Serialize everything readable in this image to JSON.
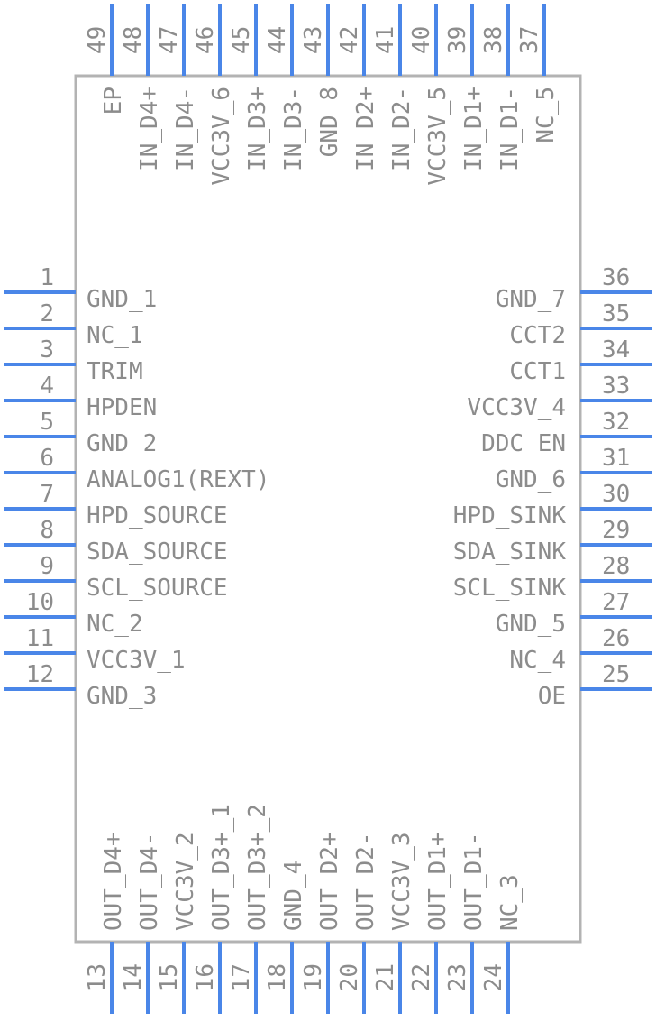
{
  "left_pins": [
    {
      "num": "1",
      "label": "GND_1"
    },
    {
      "num": "2",
      "label": "NC_1"
    },
    {
      "num": "3",
      "label": "TRIM"
    },
    {
      "num": "4",
      "label": "HPDEN"
    },
    {
      "num": "5",
      "label": "GND_2"
    },
    {
      "num": "6",
      "label": "ANALOG1(REXT)"
    },
    {
      "num": "7",
      "label": "HPD_SOURCE"
    },
    {
      "num": "8",
      "label": "SDA_SOURCE"
    },
    {
      "num": "9",
      "label": "SCL_SOURCE"
    },
    {
      "num": "10",
      "label": "NC_2"
    },
    {
      "num": "11",
      "label": "VCC3V_1"
    },
    {
      "num": "12",
      "label": "GND_3"
    }
  ],
  "right_pins": [
    {
      "num": "36",
      "label": "GND_7"
    },
    {
      "num": "35",
      "label": "CCT2"
    },
    {
      "num": "34",
      "label": "CCT1"
    },
    {
      "num": "33",
      "label": "VCC3V_4"
    },
    {
      "num": "32",
      "label": "DDC_EN"
    },
    {
      "num": "31",
      "label": "GND_6"
    },
    {
      "num": "30",
      "label": "HPD_SINK"
    },
    {
      "num": "29",
      "label": "SDA_SINK"
    },
    {
      "num": "28",
      "label": "SCL_SINK"
    },
    {
      "num": "27",
      "label": "GND_5"
    },
    {
      "num": "26",
      "label": "NC_4"
    },
    {
      "num": "25",
      "label": "OE"
    }
  ],
  "top_pins": [
    {
      "num": "49",
      "label": "EP"
    },
    {
      "num": "48",
      "label": "IN_D4+"
    },
    {
      "num": "47",
      "label": "IN_D4-"
    },
    {
      "num": "46",
      "label": "VCC3V_6"
    },
    {
      "num": "45",
      "label": "IN_D3+"
    },
    {
      "num": "44",
      "label": "IN_D3-"
    },
    {
      "num": "43",
      "label": "GND_8"
    },
    {
      "num": "42",
      "label": "IN_D2+"
    },
    {
      "num": "41",
      "label": "IN_D2-"
    },
    {
      "num": "40",
      "label": "VCC3V_5"
    },
    {
      "num": "39",
      "label": "IN_D1+"
    },
    {
      "num": "38",
      "label": "IN_D1-"
    },
    {
      "num": "37",
      "label": "NC_5"
    }
  ],
  "bottom_pins": [
    {
      "num": "13",
      "label": "OUT_D4+"
    },
    {
      "num": "14",
      "label": "OUT_D4-"
    },
    {
      "num": "15",
      "label": "VCC3V_2"
    },
    {
      "num": "16",
      "label": "OUT_D3+_1"
    },
    {
      "num": "17",
      "label": "OUT_D3+_2"
    },
    {
      "num": "18",
      "label": "GND_4"
    },
    {
      "num": "19",
      "label": "OUT_D2+"
    },
    {
      "num": "20",
      "label": "OUT_D2-"
    },
    {
      "num": "21",
      "label": "VCC3V_3"
    },
    {
      "num": "22",
      "label": "OUT_D1+"
    },
    {
      "num": "23",
      "label": "OUT_D1-"
    },
    {
      "num": "24",
      "label": "NC_3"
    }
  ],
  "colors": {
    "pin": "#4a86e8",
    "body_stroke": "#b3b3b3",
    "text": "#8c8c8c"
  }
}
